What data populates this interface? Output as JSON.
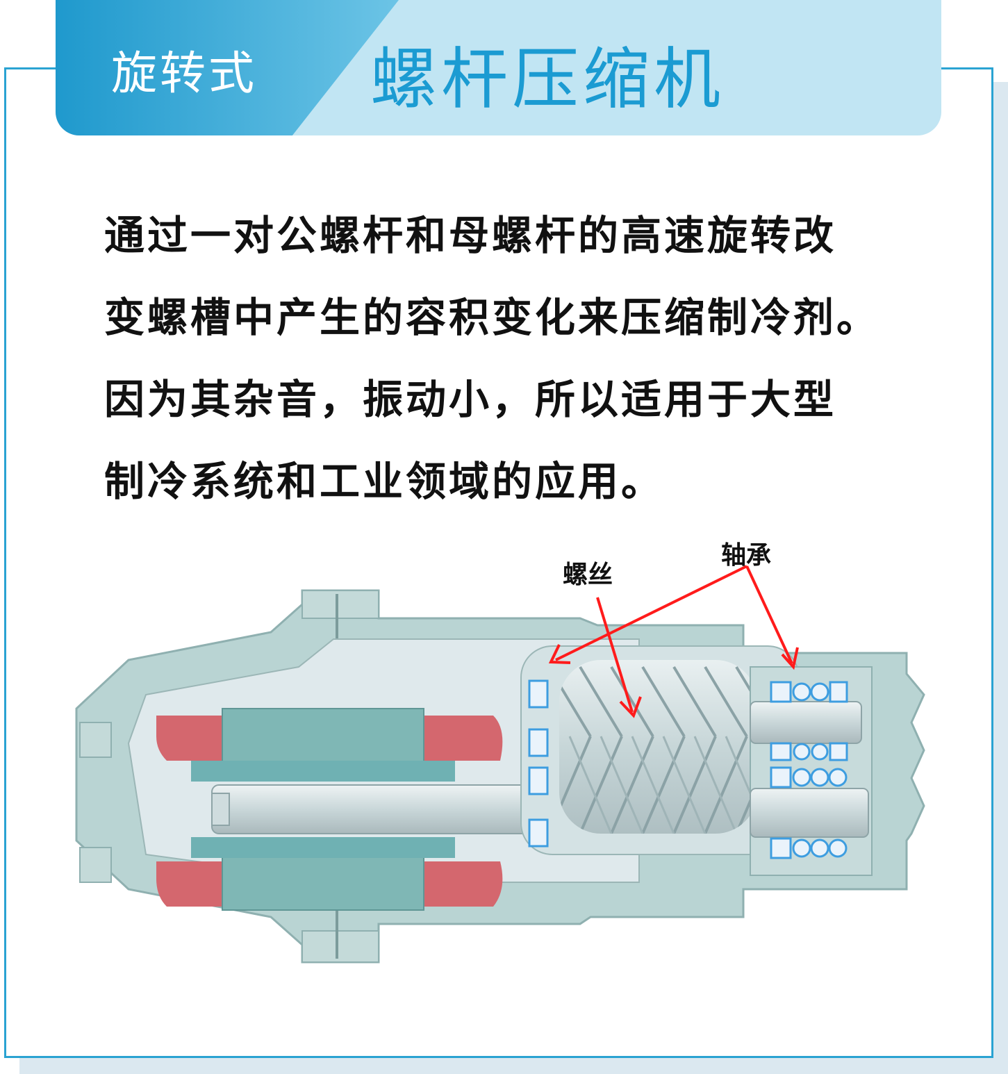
{
  "header": {
    "tab_label": "旋转式",
    "title": "螺杆压缩机"
  },
  "description": {
    "lines": [
      "通过一对公螺杆和母螺杆的高速旋转改",
      "变螺槽中产生的容积变化来压缩制冷剂。",
      "因为其杂音，振动小，所以适用于大型",
      "制冷系统和工业领域的应用。"
    ]
  },
  "diagram": {
    "labels": {
      "screw": "螺丝",
      "bearing": "轴承"
    },
    "colors": {
      "housing": "#b9d4d3",
      "housing_outline": "#8fb0b0",
      "interior": "#dfe9ec",
      "stator": "#7fb7b5",
      "coil": "#d4676e",
      "rotor_shaft": "#d7e3e5",
      "bearing": "#3d9de0",
      "arrow": "#ff1b1b"
    }
  }
}
